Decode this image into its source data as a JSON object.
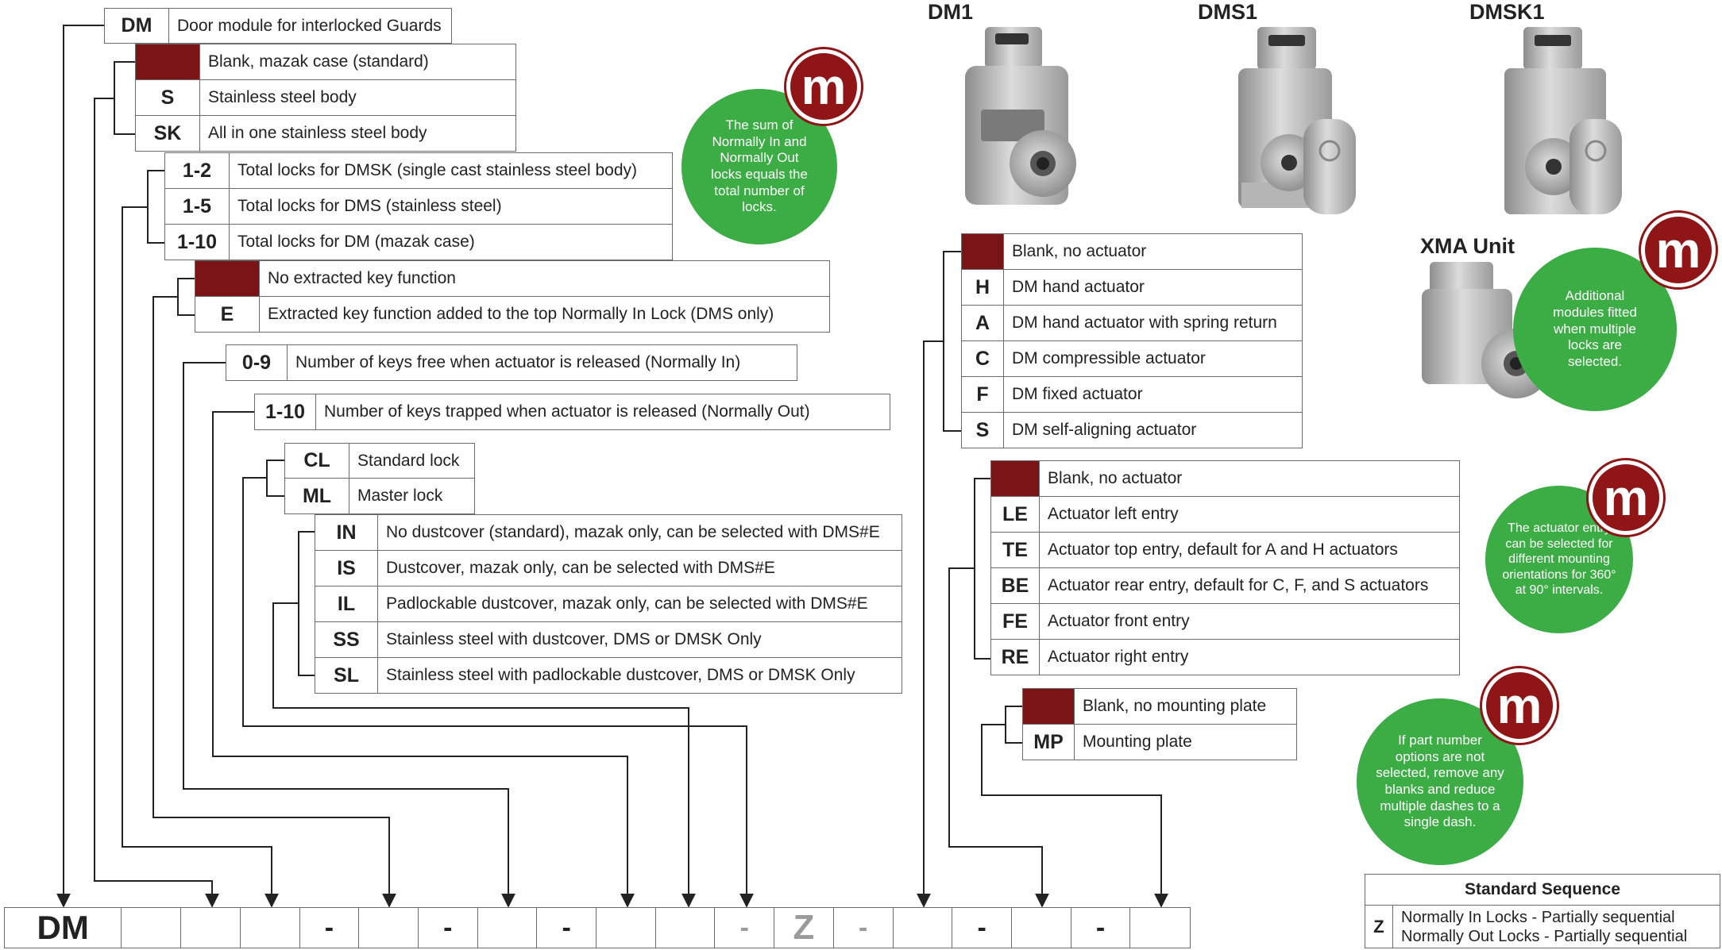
{
  "options": {
    "dm": {
      "code": "DM",
      "desc": "Door module for interlocked Guards"
    },
    "body": [
      {
        "code": "",
        "desc": "Blank, mazak case (standard)",
        "blank": true
      },
      {
        "code": "S",
        "desc": "Stainless steel body"
      },
      {
        "code": "SK",
        "desc": "All in one stainless steel body"
      }
    ],
    "total_locks": [
      {
        "code": "1-2",
        "desc": "Total locks for DMSK (single cast stainless steel body)"
      },
      {
        "code": "1-5",
        "desc": "Total locks for DMS (stainless steel)"
      },
      {
        "code": "1-10",
        "desc": "Total locks for DM (mazak case)"
      }
    ],
    "extracted_key": [
      {
        "code": "",
        "desc": "No extracted key function",
        "blank": true
      },
      {
        "code": "E",
        "desc": "Extracted key function added to the top Normally In Lock (DMS only)"
      }
    ],
    "keys_free": {
      "code": "0-9",
      "desc": "Number of keys free when actuator is released (Normally In)"
    },
    "keys_trapped": {
      "code": "1-10",
      "desc": "Number of keys trapped when actuator is released (Normally Out)"
    },
    "lock_type": [
      {
        "code": "CL",
        "desc": "Standard lock"
      },
      {
        "code": "ML",
        "desc": "Master lock"
      }
    ],
    "dustcover": [
      {
        "code": "IN",
        "desc": "No dustcover (standard), mazak only, can be selected with DMS#E"
      },
      {
        "code": "IS",
        "desc": "Dustcover, mazak only, can be selected with DMS#E"
      },
      {
        "code": "IL",
        "desc": "Padlockable dustcover, mazak only, can be selected with DMS#E"
      },
      {
        "code": "SS",
        "desc": "Stainless steel with dustcover, DMS or DMSK Only"
      },
      {
        "code": "SL",
        "desc": "Stainless steel with padlockable dustcover, DMS or DMSK Only"
      }
    ],
    "actuator": [
      {
        "code": "",
        "desc": "Blank, no actuator",
        "blank": true
      },
      {
        "code": "H",
        "desc": "DM hand actuator"
      },
      {
        "code": "A",
        "desc": "DM hand actuator with spring return"
      },
      {
        "code": "C",
        "desc": "DM compressible actuator"
      },
      {
        "code": "F",
        "desc": "DM fixed actuator"
      },
      {
        "code": "S",
        "desc": "DM self-aligning actuator"
      }
    ],
    "entry": [
      {
        "code": "",
        "desc": "Blank, no actuator",
        "blank": true
      },
      {
        "code": "LE",
        "desc": "Actuator left entry"
      },
      {
        "code": "TE",
        "desc": "Actuator top entry, default for A and H actuators"
      },
      {
        "code": "BE",
        "desc": "Actuator rear entry, default for C, F, and S actuators"
      },
      {
        "code": "FE",
        "desc": "Actuator front entry"
      },
      {
        "code": "RE",
        "desc": "Actuator right entry"
      }
    ],
    "mounting": [
      {
        "code": "",
        "desc": "Blank, no mounting plate",
        "blank": true
      },
      {
        "code": "MP",
        "desc": "Mounting plate"
      }
    ]
  },
  "products": {
    "dm1": "DM1",
    "dms1": "DMS1",
    "dmsk1": "DMSK1",
    "xma": "XMA Unit"
  },
  "notes": {
    "badge": "m",
    "sum": "The sum of Normally In and Normally Out locks equals the total number of locks.",
    "modules": "Additional modules fitted when multiple locks are selected.",
    "entry": "The actuator entry can be selected for different mounting orientations for 360° at 90° intervals.",
    "blanks": "If part number options are not selected, remove any blanks and reduce multiple dashes to a single dash."
  },
  "part_number": [
    "DM",
    "",
    "",
    "",
    "-",
    "",
    "-",
    "",
    "-",
    "",
    "",
    "-",
    "Z",
    "-",
    "",
    "-",
    "",
    "-",
    ""
  ],
  "sequence": {
    "title": "Standard Sequence",
    "code": "Z",
    "line1": "Normally In Locks - Partially sequential",
    "line2": "Normally Out Locks - Partially sequential"
  },
  "colors": {
    "blank": "#7b1416",
    "badge": "#8f1517",
    "note": "#3cac45",
    "line": "#222222"
  }
}
